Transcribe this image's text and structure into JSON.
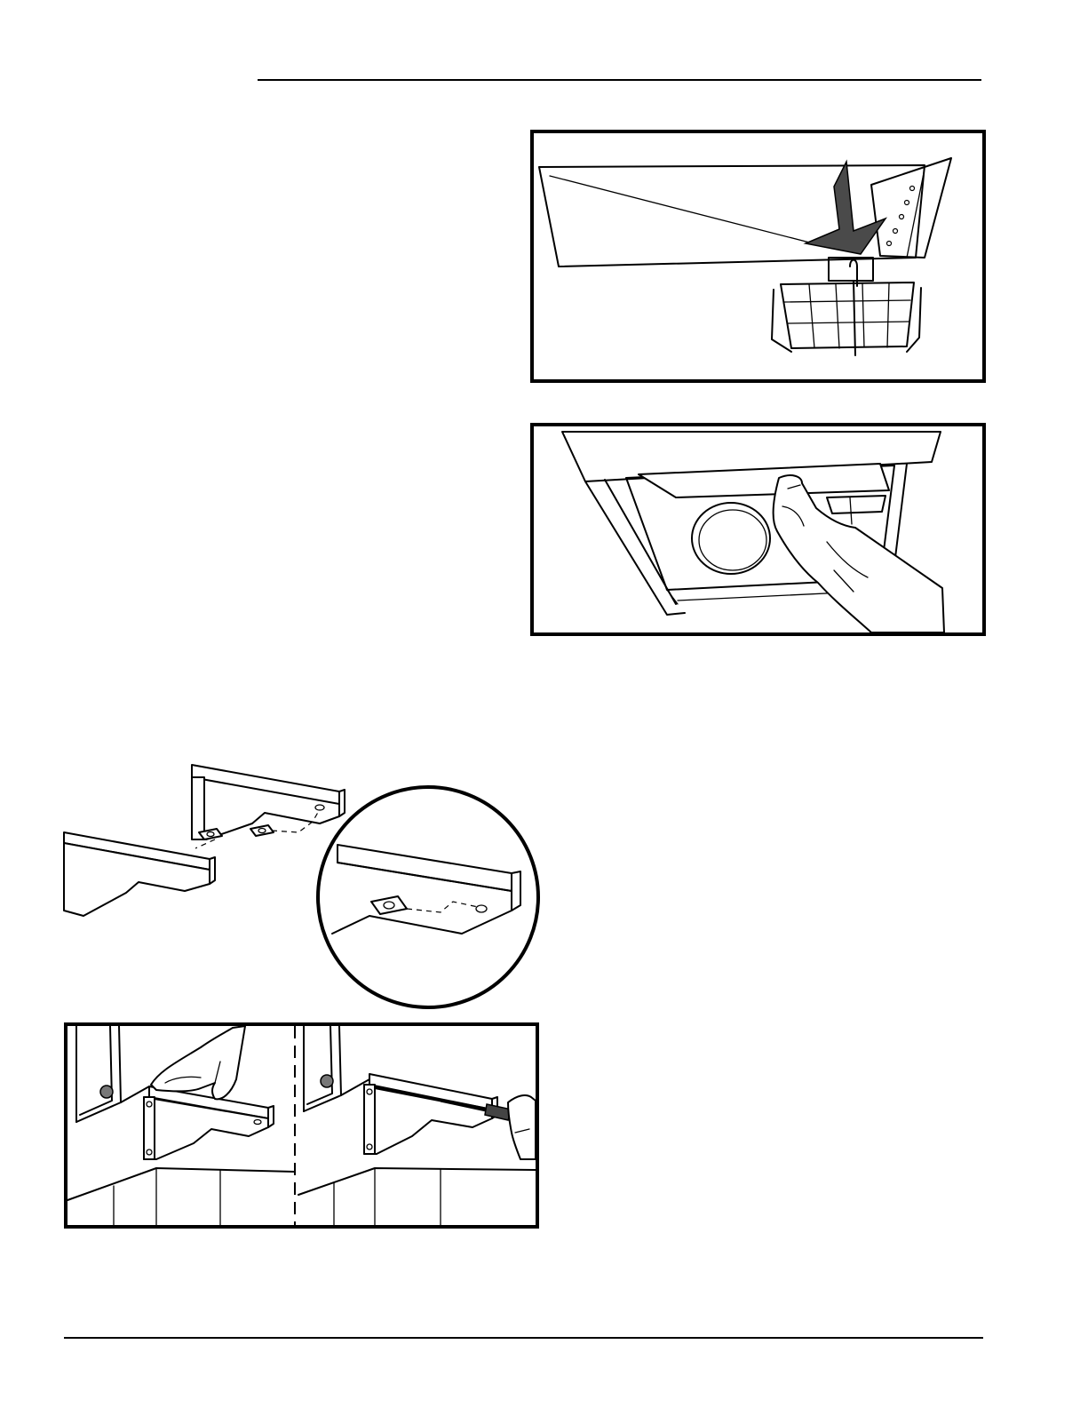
{
  "figures": [
    {
      "id": "drip-pan-hook",
      "subject": "mounting-bracket-with-wire-basket"
    },
    {
      "id": "remove-drip-pan",
      "subject": "hand-removing-pan-from-cabinet"
    },
    {
      "id": "bracket-assembly",
      "subject": "support-bracket-and-clip-nut"
    },
    {
      "id": "bracket-install",
      "subject": "positioning-and-fastening-bracket"
    }
  ]
}
